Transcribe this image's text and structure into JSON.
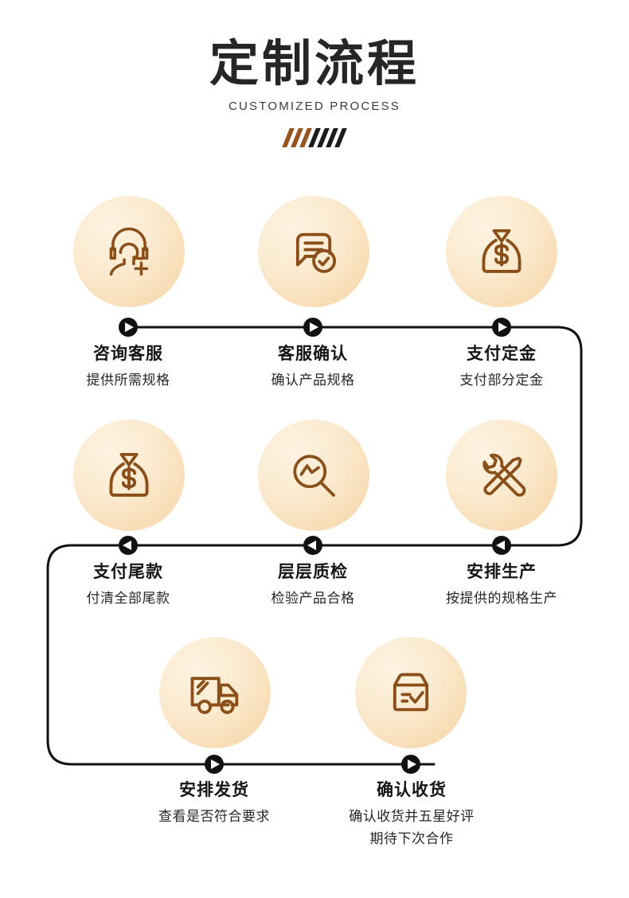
{
  "header": {
    "title": "定制流程",
    "subtitle": "CUSTOMIZED PROCESS",
    "divider": {
      "name": "slash-divider",
      "count": 7,
      "colors": [
        "#96551f",
        "#96551f",
        "#96551f",
        "#1c1c1c",
        "#1c1c1c",
        "#1c1c1c",
        "#1c1c1c"
      ]
    }
  },
  "theme": {
    "icon_stroke": "#8a4f19",
    "circle_light": "#fdf3e2",
    "circle_deep": "#f6d5a7",
    "line": "#111111",
    "text_primary": "#151515",
    "text_secondary": "#262626",
    "background": "#ffffff"
  },
  "flow": {
    "direction_row1": "left-to-right",
    "direction_row2": "right-to-left",
    "direction_row3": "left-to-right",
    "marker": "play-arrow-circle"
  },
  "steps": [
    {
      "index": 1,
      "icon": "headset-user-add-icon",
      "title": "咨询客服",
      "desc": "提供所需规格",
      "desc2": ""
    },
    {
      "index": 2,
      "icon": "document-check-icon",
      "title": "客服确认",
      "desc": "确认产品规格",
      "desc2": ""
    },
    {
      "index": 3,
      "icon": "money-bag-icon",
      "title": "支付定金",
      "desc": "支付部分定金",
      "desc2": ""
    },
    {
      "index": 4,
      "icon": "money-bag-icon",
      "title": "支付尾款",
      "desc": "付清全部尾款",
      "desc2": ""
    },
    {
      "index": 5,
      "icon": "magnifier-chart-icon",
      "title": "层层质检",
      "desc": "检验产品合格",
      "desc2": ""
    },
    {
      "index": 6,
      "icon": "wrench-screwdriver-icon",
      "title": "安排生产",
      "desc": "按提供的规格生产",
      "desc2": ""
    },
    {
      "index": 7,
      "icon": "delivery-truck-icon",
      "title": "安排发货",
      "desc": "查看是否符合要求",
      "desc2": ""
    },
    {
      "index": 8,
      "icon": "package-check-icon",
      "title": "确认收货",
      "desc": "确认收货并五星好评",
      "desc2": "期待下次合作"
    }
  ]
}
